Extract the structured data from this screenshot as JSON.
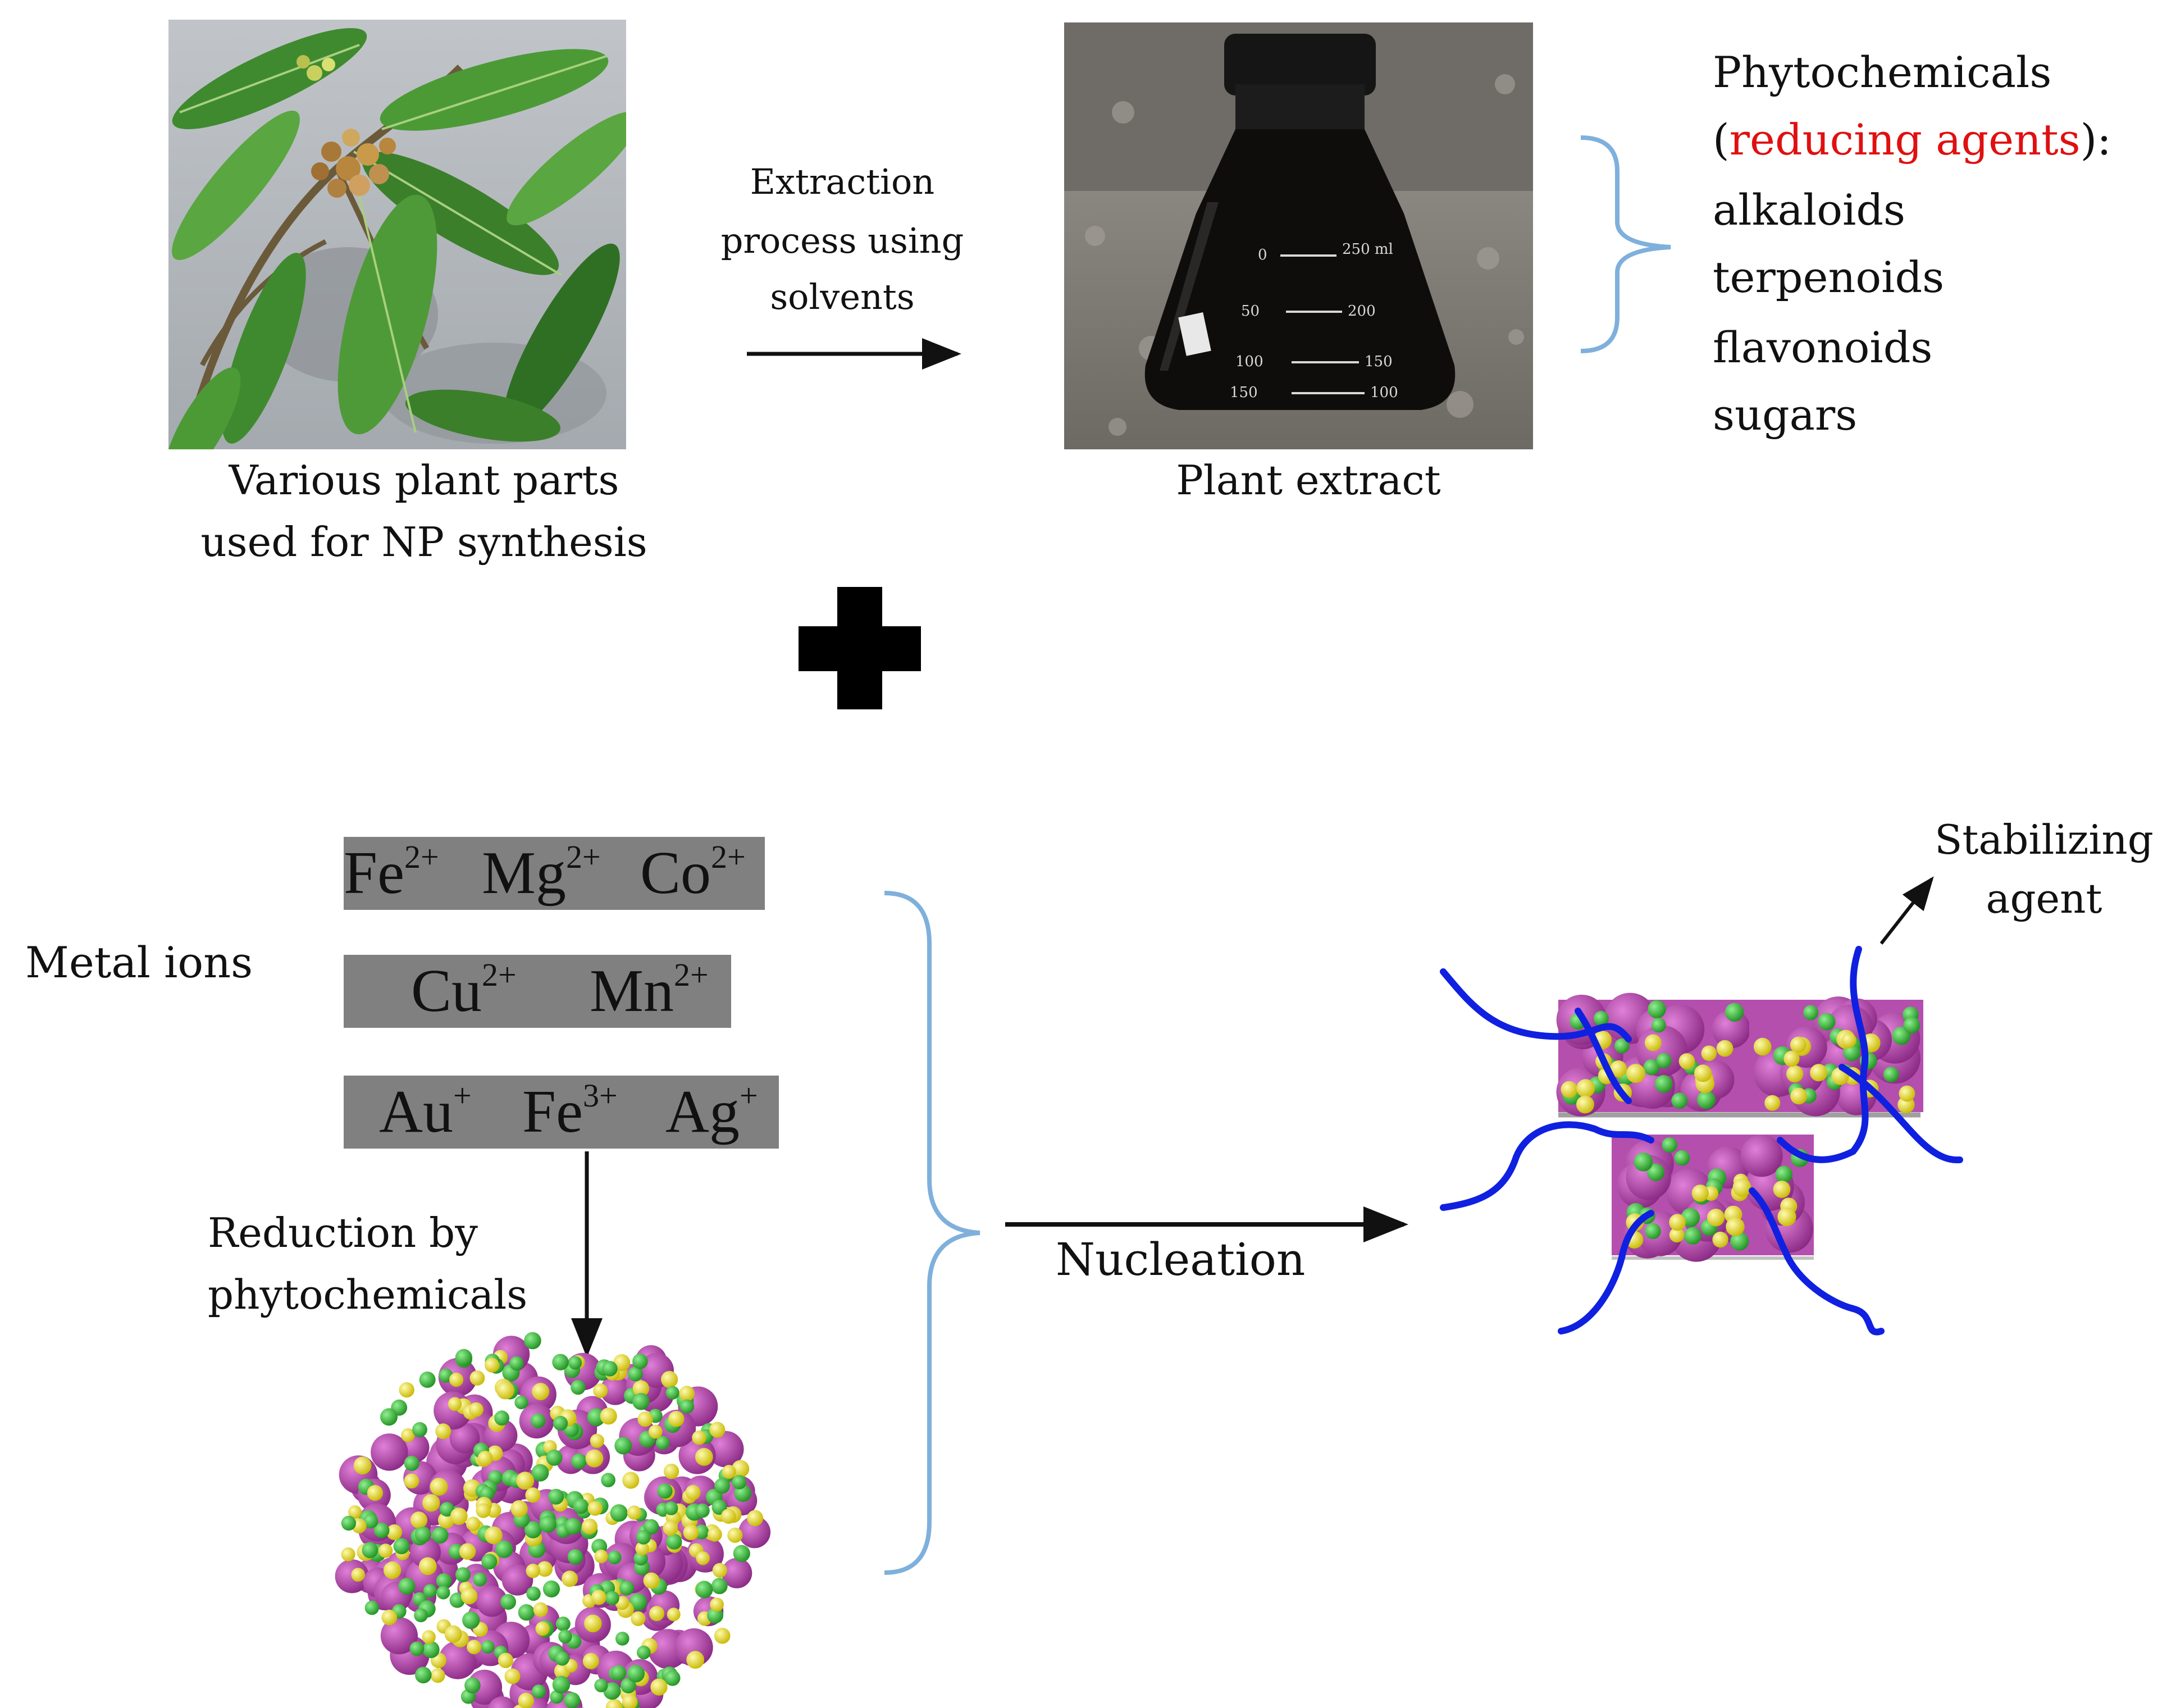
{
  "labels": {
    "plant_caption_line1": "Various plant parts",
    "plant_caption_line2": "used for NP synthesis",
    "extraction_line1": "Extraction",
    "extraction_line2": "process using",
    "extraction_line3": "solvents",
    "extract_caption": "Plant extract",
    "phyto_title": "Phytochemicals",
    "phyto_open": "(",
    "phyto_highlight": "reducing agents",
    "phyto_close": "):",
    "phyto_items": [
      "alkaloids",
      "terpenoids",
      "flavonoids",
      "sugars"
    ],
    "metal_ions": "Metal ions",
    "reduction_line1": "Reduction by",
    "reduction_line2": "phytochemicals",
    "nucleation": "Nucleation",
    "stabilizing_line1": "Stabilizing",
    "stabilizing_line2": "agent"
  },
  "ions": {
    "row1": [
      {
        "base": "Fe",
        "charge": "2+"
      },
      {
        "base": "Mg",
        "charge": "2+"
      },
      {
        "base": "Co",
        "charge": "2+"
      }
    ],
    "row2": [
      {
        "base": "Cu",
        "charge": "2+"
      },
      {
        "base": "Mn",
        "charge": "2+"
      }
    ],
    "row3": [
      {
        "base": "Au",
        "charge": "+"
      },
      {
        "base": "Fe",
        "charge": "3+"
      },
      {
        "base": "Ag",
        "charge": "+"
      }
    ]
  },
  "flask_marks": [
    "0",
    "250 ml",
    "50",
    "200",
    "100",
    "150",
    "150",
    "100"
  ],
  "colors": {
    "bracket": "#7fb0dc",
    "highlight": "#e01010",
    "ion_box": "#808080",
    "metal_magenta": "#a0349a",
    "metal_green": "#3cb83c",
    "metal_yellow": "#f0e020",
    "stabilizer": "#1020e0"
  }
}
